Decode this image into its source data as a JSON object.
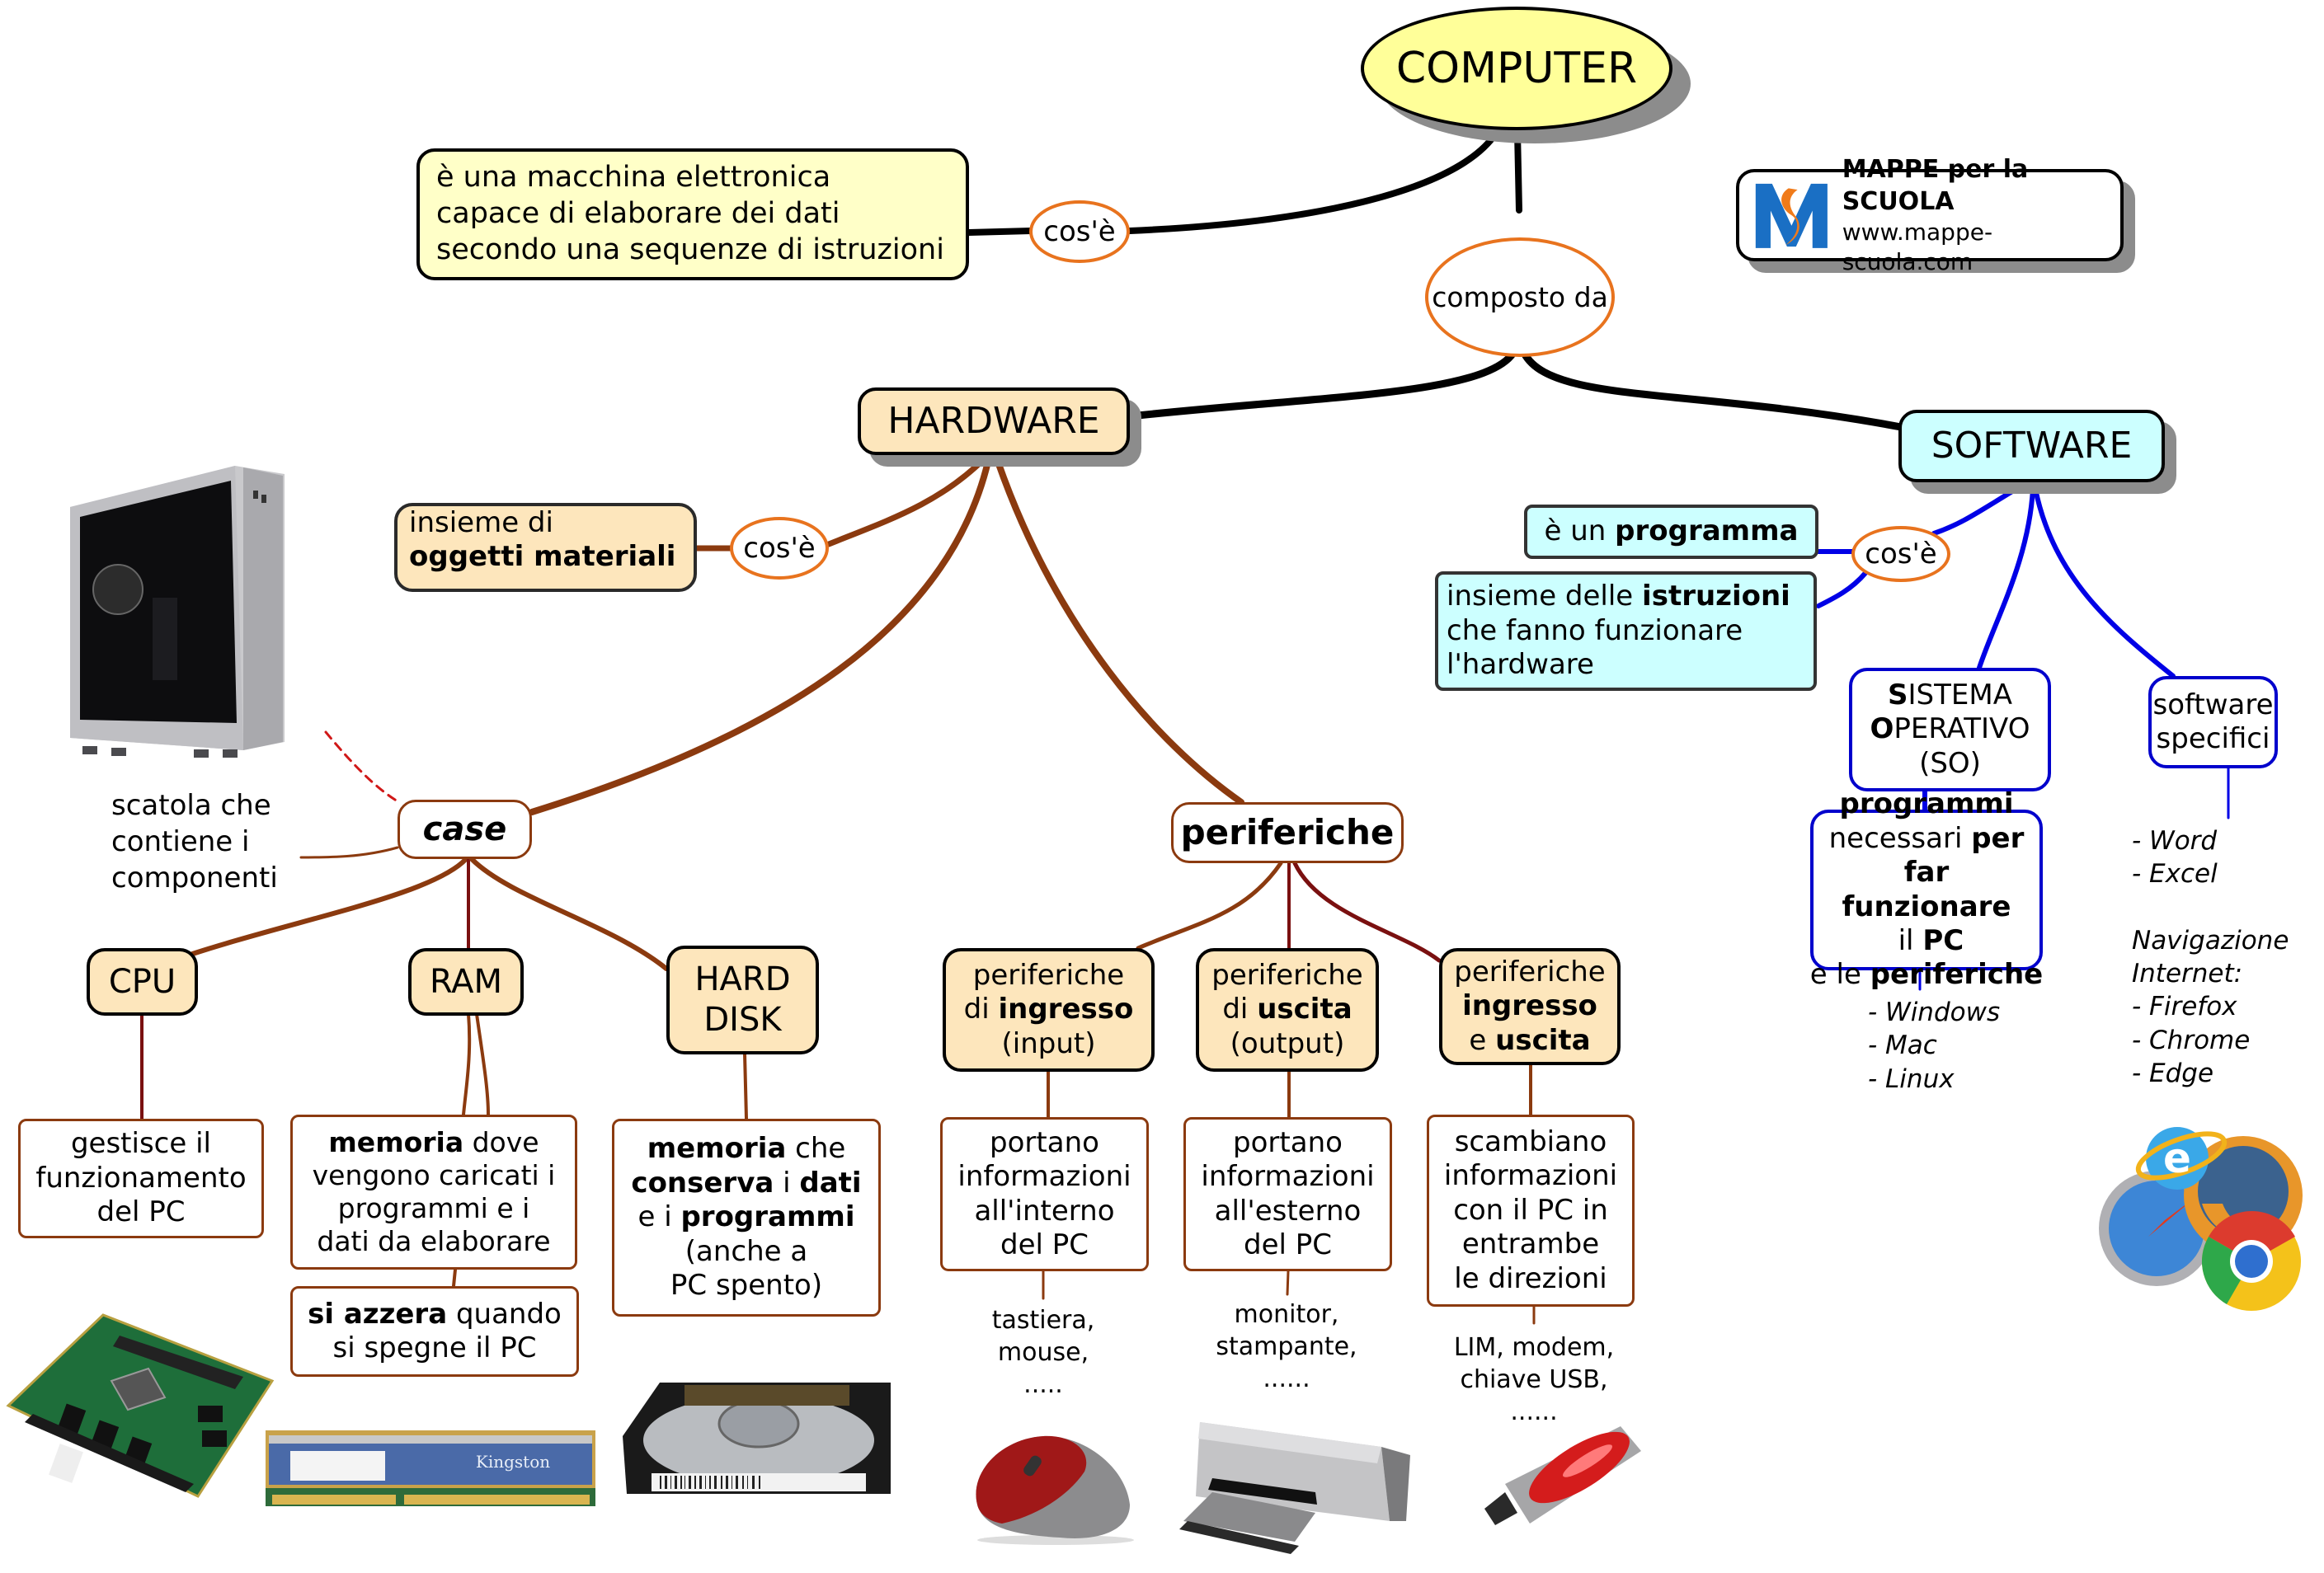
{
  "colors": {
    "root_fill": "#ffff99",
    "definition_fill": "#ffffc8",
    "hardware_fill": "#fde6bc",
    "software_fill": "#ccffff",
    "hardware_link": "#8b3a0f",
    "hardware_link_dark": "#7a1010",
    "software_link": "#0000e6",
    "connector_border": "#e8731e",
    "logo_blue": "#1a6fc4",
    "logo_orange": "#f07b1a"
  },
  "root": {
    "label": "COMPUTER"
  },
  "computer_definition": {
    "connector": "cos'è",
    "text": "è una macchina elettronica\ncapace di elaborare dei dati\nsecondo una sequenze di istruzioni"
  },
  "composed_of": {
    "label": "composto\nda"
  },
  "logo": {
    "icon": "mappe-logo-icon",
    "title": "MAPPE per la SCUOLA",
    "url": "www.mappe-scuola.com"
  },
  "hardware": {
    "label": "HARDWARE",
    "definition": {
      "connector": "cos'è",
      "line1": "insieme di",
      "line2_bold": "oggetti materiali"
    },
    "case": {
      "label": "case",
      "description": "scatola che\ncontiene i\ncomponenti",
      "image": "pc-case-image",
      "components": [
        {
          "label": "CPU",
          "description": "gestisce il\nfunzionamento\ndel PC",
          "image": "motherboard-image"
        },
        {
          "label": "RAM",
          "description_bold": "memoria",
          "description_rest1": " dove",
          "description_rest2": "vengono caricati i\nprogrammi e i\ndati da elaborare",
          "note_bold": "si azzera",
          "note_rest1": " quando",
          "note_rest2": "si spegne il PC",
          "image": "ram-module-image",
          "image_brand": "Kingston"
        },
        {
          "label": "HARD\nDISK",
          "d1_bold": "memoria",
          "d1_rest": " che",
          "d2_bold_a": "conserva",
          "d2_mid": " i ",
          "d2_bold_b": "dati",
          "d3_pre": "e i ",
          "d3_bold": "programmi",
          "d4": "(anche a\nPC spento)",
          "image": "hard-disk-image"
        }
      ]
    },
    "peripherals": {
      "label": "periferiche",
      "types": [
        {
          "line1": "periferiche",
          "line2_pre": "di ",
          "line2_bold": "ingresso",
          "line3": "(input)",
          "description": "portano\ninformazioni\nall'interno\ndel PC",
          "examples": "tastiera,\nmouse,\n.....",
          "image": "mouse-image"
        },
        {
          "line1": "periferiche",
          "line2_pre": "di ",
          "line2_bold": "uscita",
          "line3": "(output)",
          "description": "portano\ninformazioni\nall'esterno\ndel PC",
          "examples": "monitor,\nstampante,\n......",
          "image": "printer-image"
        },
        {
          "line1": "periferiche",
          "line2_bold": "ingresso",
          "line3_pre": "e ",
          "line3_bold": "uscita",
          "description": "scambiano\ninformazioni\ncon il PC in\nentrambe\nle direzioni",
          "examples": "LIM, modem,\nchiave USB,\n......",
          "image": "usb-drive-image"
        }
      ]
    }
  },
  "software": {
    "label": "SOFTWARE",
    "connector": "cos'è",
    "def1_pre": "è un ",
    "def1_bold": "programma",
    "def2_pre": "insieme delle ",
    "def2_bold": "istruzioni",
    "def2_rest": "che fanno funzionare\nl'hardware",
    "os": {
      "l1_bold": "S",
      "l1_rest": "ISTEMA",
      "l2_bold": "O",
      "l2_rest": "PERATIVO",
      "l3": "(SO)",
      "desc_l1_bold": "programmi",
      "desc_l2_pre": "necessari ",
      "desc_l2_bold": "per far",
      "desc_l3_bold_a": "funzionare",
      "desc_l3_mid": " il ",
      "desc_l3_bold_b": "PC",
      "desc_l4_pre": "e le ",
      "desc_l4_bold": "periferiche",
      "examples": "- Windows\n- Mac\n- Linux"
    },
    "specific": {
      "label": "software\nspecifici",
      "examples": "- Word\n- Excel\n\nNavigazione\nInternet:\n- Firefox\n- Chrome\n- Edge",
      "image": "browser-icons-image"
    }
  }
}
